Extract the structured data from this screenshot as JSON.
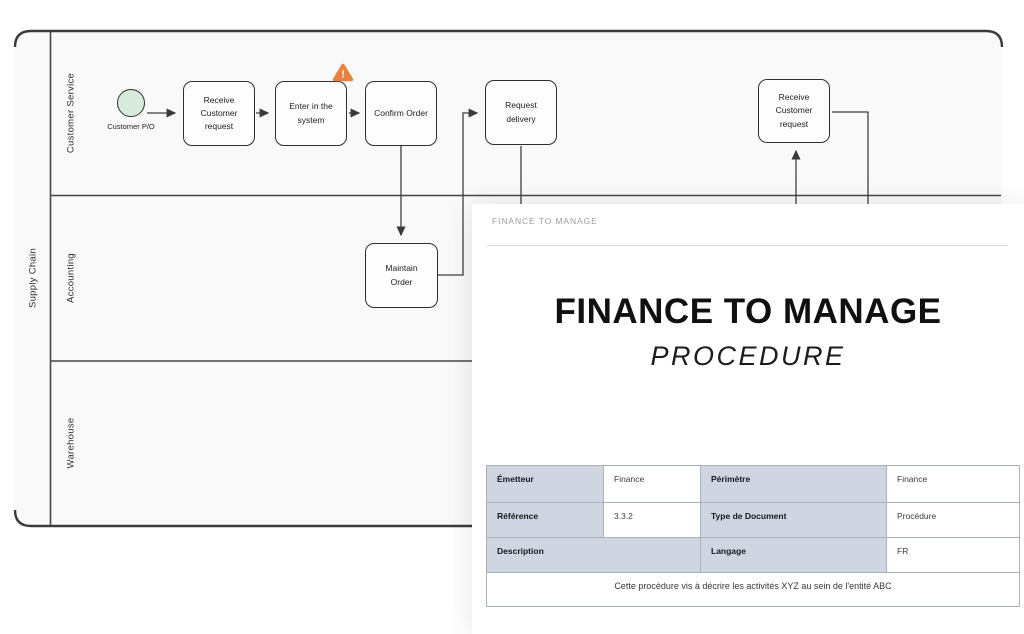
{
  "diagram": {
    "pool_label": "Supply Chain",
    "lanes": [
      {
        "label": "Customer Service"
      },
      {
        "label": "Accounting"
      },
      {
        "label": "Warehouse"
      }
    ],
    "start_event": {
      "label": "Customer P/O"
    },
    "tasks": [
      {
        "label": "Receive Customer request"
      },
      {
        "label": "Enter in the system",
        "has_warning": true
      },
      {
        "label": "Confirm Order"
      },
      {
        "label": "Request delivery"
      },
      {
        "label": "Receive Customer request"
      },
      {
        "label": "Maintain Order"
      }
    ],
    "icons": {
      "warning_glyph": "!"
    },
    "colors": {
      "warning_orange": "#E8823F",
      "start_event_fill": "#D7ECDD",
      "lane_line": "#454545"
    }
  },
  "document": {
    "header": "FINANCE TO MANAGE",
    "title": "FINANCE TO MANAGE",
    "subtitle": "PROCEDURE",
    "table": {
      "r0": {
        "h1": "Émetteur",
        "v1": "Finance",
        "h2": "Périmètre",
        "v2": "Finance"
      },
      "r1": {
        "h1": "Référence",
        "v1": "3.3.2",
        "h2": "Type de Document",
        "v2": "Procédure"
      },
      "r2": {
        "h1": "Description",
        "h2": "Langage",
        "v2": "FR"
      },
      "note": "Cette procédure vis à décrire les activités XYZ au sein de l'entité ABC"
    },
    "colors": {
      "table_header_bg": "#CFD5E1",
      "table_border": "#A9B0BA"
    }
  }
}
